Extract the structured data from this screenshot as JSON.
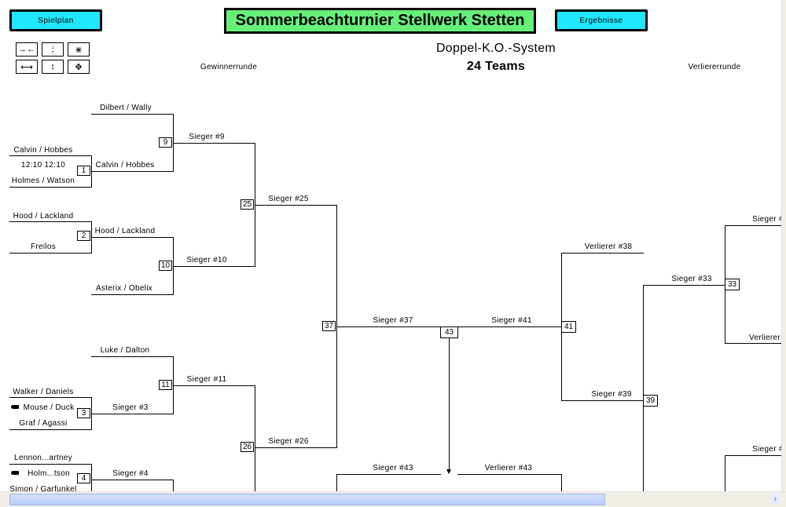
{
  "header": {
    "spielplan_label": "Spielplan",
    "title": "Sommerbeachturnier Stellwerk Stetten",
    "ergebnisse_label": "Ergebnisse",
    "system": "Doppel-K.O.-System",
    "teams": "24 Teams",
    "winner_round": "Gewinnerrunde",
    "loser_round": "Verliererrunde"
  },
  "zoom_tools": [
    "shrink-horizontal",
    "shrink-vertical",
    "shrink-both",
    "expand-horizontal",
    "expand-vertical",
    "expand-both"
  ],
  "colors": {
    "button": "#1ee8fb",
    "title": "#66f07a"
  },
  "labels": {
    "dilbert": "Dilbert / Wally",
    "calvin1": "Calvin / Hobbes",
    "time1": "12:10 12:10",
    "holmes": "Holmes / Watson",
    "calvin2": "Calvin / Hobbes",
    "s9": "Sieger #9",
    "hood1": "Hood / Lackland",
    "freilos": "Freilos",
    "hood2": "Hood / Lackland",
    "s10": "Sieger #10",
    "asterix": "Asterix / Obelix",
    "s25": "Sieger #25",
    "luke": "Luke / Dalton",
    "walker": "Walker / Daniels",
    "mouse": "Mouse / Duck",
    "graf": "Graf / Agassi",
    "s3": "Sieger #3",
    "s11": "Sieger #11",
    "s26": "Sieger #26",
    "lennon": "Lennon...artney",
    "holm": "Holm...tson",
    "simon": "Simon / Garfunkel",
    "s4": "Sieger #4",
    "s37": "Sieger #37",
    "s41": "Sieger #41",
    "s43": "Sieger #43",
    "v43": "Verlierer #43",
    "v38": "Verlierer #38",
    "s39": "Sieger #39",
    "s33": "Sieger #33",
    "s_top": "Sieger #",
    "v_right": "Verlierer",
    "s_bottom": "Sieger #"
  },
  "matches": {
    "m9": "9",
    "m1": "1",
    "m25": "25",
    "m2": "2",
    "m10": "10",
    "m37": "37",
    "m11": "11",
    "m3": "3",
    "m26": "26",
    "m4": "4",
    "m43": "43",
    "m41": "41",
    "m39": "39",
    "m33": "33"
  }
}
